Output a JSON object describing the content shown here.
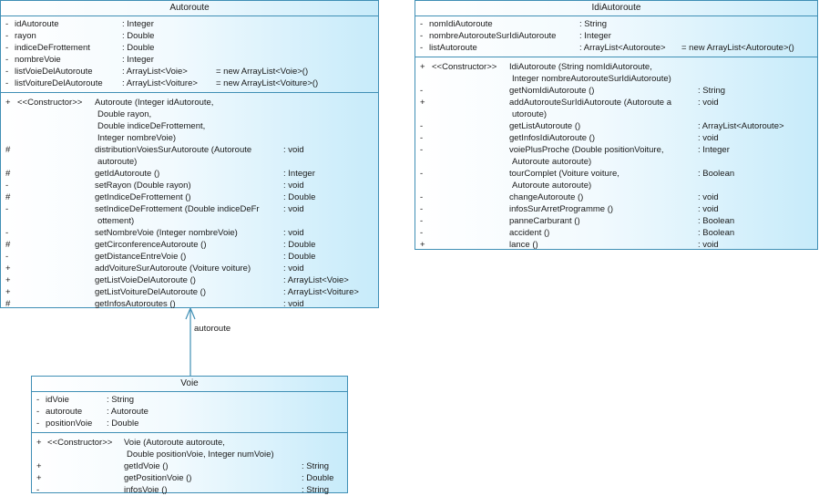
{
  "colors": {
    "border": "#3f8fb5",
    "fill_light": "#ffffff",
    "fill_dark": "#c7ebfa"
  },
  "autoroute": {
    "title": "Autoroute",
    "attributes": [
      {
        "vis": "-",
        "name": "idAutoroute",
        "type": ": Integer",
        "init": ""
      },
      {
        "vis": "-",
        "name": "rayon",
        "type": ": Double",
        "init": ""
      },
      {
        "vis": "-",
        "name": "indiceDeFrottement",
        "type": ": Double",
        "init": ""
      },
      {
        "vis": "-",
        "name": "nombreVoie",
        "type": ": Integer",
        "init": ""
      },
      {
        "vis": "-",
        "name": "listVoieDelAutoroute",
        "type": ": ArrayList<Voie>",
        "init": "= new ArrayList<Voie>()"
      },
      {
        "vis": "-",
        "name": "listVoitureDelAutoroute",
        "type": ": ArrayList<Voiture>",
        "init": "= new ArrayList<Voiture>()"
      }
    ],
    "ctor": {
      "vis": "+",
      "stereo": "<<Constructor>>",
      "lines": [
        "Autoroute (Integer idAutoroute,",
        "Double rayon,",
        "Double indiceDeFrottement,",
        "Integer nombreVoie)"
      ]
    },
    "methods": [
      {
        "vis": "#",
        "lines": [
          "distributionVoiesSurAutoroute (Autoroute",
          "autoroute)"
        ],
        "ret": ": void"
      },
      {
        "vis": "#",
        "lines": [
          "getIdAutoroute ()"
        ],
        "ret": ": Integer"
      },
      {
        "vis": "-",
        "lines": [
          "setRayon (Double rayon)"
        ],
        "ret": ": void"
      },
      {
        "vis": "#",
        "lines": [
          "getIndiceDeFrottement ()"
        ],
        "ret": ": Double"
      },
      {
        "vis": "-",
        "lines": [
          "setIndiceDeFrottement (Double indiceDeFr",
          "ottement)"
        ],
        "ret": ": void"
      },
      {
        "vis": "-",
        "lines": [
          "setNombreVoie (Integer nombreVoie)"
        ],
        "ret": ": void"
      },
      {
        "vis": "#",
        "lines": [
          "getCirconferenceAutoroute ()"
        ],
        "ret": ": Double"
      },
      {
        "vis": "-",
        "lines": [
          "getDistanceEntreVoie ()"
        ],
        "ret": ": Double"
      },
      {
        "vis": "+",
        "lines": [
          "addVoitureSurAutoroute (Voiture voiture)"
        ],
        "ret": ": void"
      },
      {
        "vis": "+",
        "lines": [
          "getListVoieDelAutoroute ()"
        ],
        "ret": ": ArrayList<Voie>"
      },
      {
        "vis": "+",
        "lines": [
          "getListVoitureDelAutoroute ()"
        ],
        "ret": ": ArrayList<Voiture>"
      },
      {
        "vis": "#",
        "lines": [
          "getInfosAutoroutes ()"
        ],
        "ret": ": void"
      }
    ]
  },
  "idiautoroute": {
    "title": "IdiAutoroute",
    "attributes": [
      {
        "vis": "-",
        "name": "nomIdiAutoroute",
        "type": ": String",
        "init": ""
      },
      {
        "vis": "-",
        "name": "nombreAutorouteSurIdiAutoroute",
        "type": ": Integer",
        "init": ""
      },
      {
        "vis": "-",
        "name": "listAutoroute",
        "type": ": ArrayList<Autoroute>",
        "init": "= new ArrayList<Autoroute>()"
      }
    ],
    "ctor": {
      "vis": "+",
      "stereo": "<<Constructor>>",
      "lines": [
        "IdiAutoroute (String nomIdiAutoroute,",
        "Integer nombreAutorouteSurIdiAutoroute)"
      ]
    },
    "methods": [
      {
        "vis": "-",
        "lines": [
          "getNomIdiAutoroute ()"
        ],
        "ret": ": String"
      },
      {
        "vis": "+",
        "lines": [
          "addAutorouteSurIdiAutoroute (Autoroute a",
          "utoroute)"
        ],
        "ret": ": void"
      },
      {
        "vis": "-",
        "lines": [
          "getListAutoroute ()"
        ],
        "ret": ": ArrayList<Autoroute>"
      },
      {
        "vis": "-",
        "lines": [
          "getInfosIdiAutoroute ()"
        ],
        "ret": ": void"
      },
      {
        "vis": "-",
        "lines": [
          "voiePlusProche (Double positionVoiture,",
          "Autoroute autoroute)"
        ],
        "ret": ": Integer"
      },
      {
        "vis": "-",
        "lines": [
          "tourComplet (Voiture voiture,",
          "Autoroute autoroute)"
        ],
        "ret": ": Boolean"
      },
      {
        "vis": "-",
        "lines": [
          "changeAutoroute ()"
        ],
        "ret": ": void"
      },
      {
        "vis": "-",
        "lines": [
          "infosSurArretProgramme ()"
        ],
        "ret": ": void"
      },
      {
        "vis": "-",
        "lines": [
          "panneCarburant ()"
        ],
        "ret": ": Boolean"
      },
      {
        "vis": "-",
        "lines": [
          "accident ()"
        ],
        "ret": ": Boolean"
      },
      {
        "vis": "+",
        "lines": [
          "lance ()"
        ],
        "ret": ": void"
      }
    ]
  },
  "voie": {
    "title": "Voie",
    "attributes": [
      {
        "vis": "-",
        "name": "idVoie",
        "type": ": String",
        "init": ""
      },
      {
        "vis": "-",
        "name": "autoroute",
        "type": ": Autoroute",
        "init": ""
      },
      {
        "vis": "-",
        "name": "positionVoie",
        "type": ": Double",
        "init": ""
      }
    ],
    "ctor": {
      "vis": "+",
      "stereo": "<<Constructor>>",
      "lines": [
        "Voie (Autoroute autoroute,",
        "Double positionVoie, Integer numVoie)"
      ]
    },
    "methods": [
      {
        "vis": "+",
        "lines": [
          "getIdVoie ()"
        ],
        "ret": ": String"
      },
      {
        "vis": "+",
        "lines": [
          "getPositionVoie ()"
        ],
        "ret": ": Double"
      },
      {
        "vis": "-",
        "lines": [
          "infosVoie ()"
        ],
        "ret": ": String"
      }
    ]
  },
  "association": {
    "label": "autoroute"
  }
}
